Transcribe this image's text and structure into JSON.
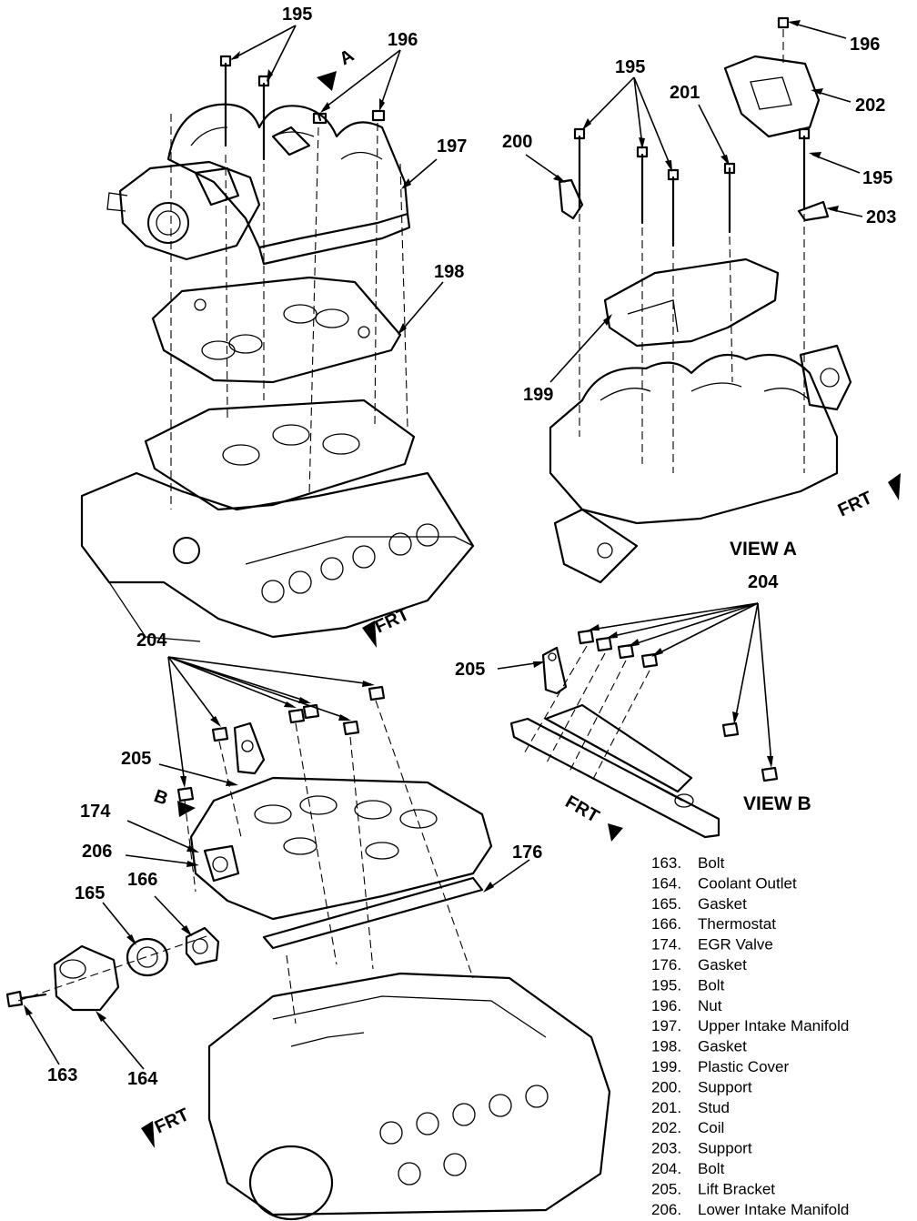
{
  "callouts": {
    "c195a": "195",
    "c196a": "196",
    "c197": "197",
    "c198": "198",
    "c195b": "195",
    "c200": "200",
    "c201": "201",
    "c196b": "196",
    "c202": "202",
    "c195c": "195",
    "c203": "203",
    "c199": "199",
    "c204a": "204",
    "c205a": "205",
    "c204b": "204",
    "c205b": "205",
    "c174": "174",
    "c206": "206",
    "c165": "165",
    "c166": "166",
    "c176": "176",
    "c163": "163",
    "c164": "164"
  },
  "views": {
    "a": "VIEW A",
    "b": "VIEW B"
  },
  "markers": {
    "a": "A",
    "b": "B"
  },
  "frt": "FRT",
  "legend": [
    {
      "num": "163.",
      "name": "Bolt"
    },
    {
      "num": "164.",
      "name": "Coolant Outlet"
    },
    {
      "num": "165.",
      "name": "Gasket"
    },
    {
      "num": "166.",
      "name": "Thermostat"
    },
    {
      "num": "174.",
      "name": "EGR Valve"
    },
    {
      "num": "176.",
      "name": "Gasket"
    },
    {
      "num": "195.",
      "name": "Bolt"
    },
    {
      "num": "196.",
      "name": "Nut"
    },
    {
      "num": "197.",
      "name": "Upper Intake Manifold"
    },
    {
      "num": "198.",
      "name": "Gasket"
    },
    {
      "num": "199.",
      "name": "Plastic Cover"
    },
    {
      "num": "200.",
      "name": "Support"
    },
    {
      "num": "201.",
      "name": "Stud"
    },
    {
      "num": "202.",
      "name": "Coil"
    },
    {
      "num": "203.",
      "name": "Support"
    },
    {
      "num": "204.",
      "name": "Bolt"
    },
    {
      "num": "205.",
      "name": "Lift Bracket"
    },
    {
      "num": "206.",
      "name": "Lower Intake Manifold"
    }
  ]
}
